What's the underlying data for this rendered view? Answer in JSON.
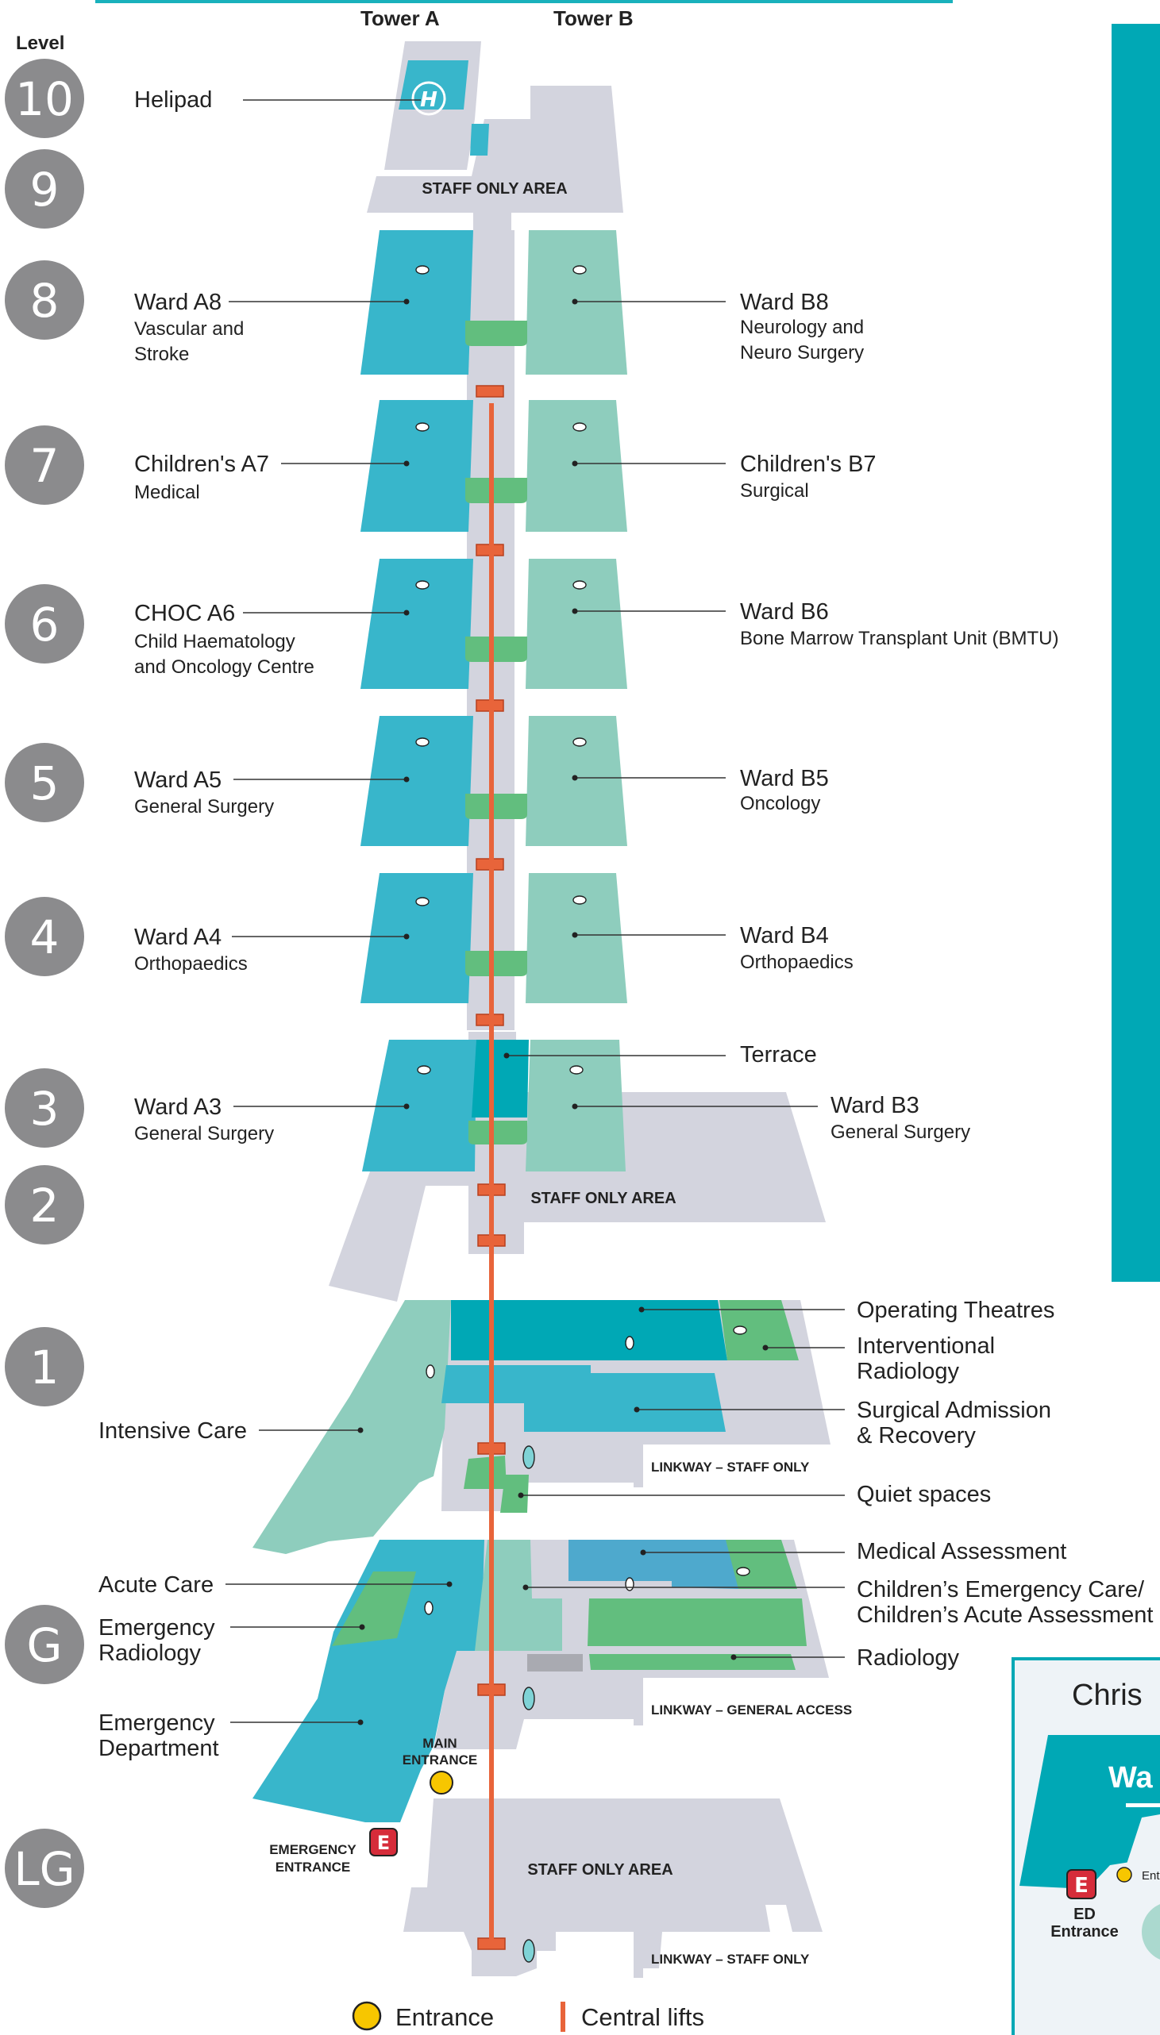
{
  "header": {
    "level_heading": "Level",
    "tower_a": "Tower A",
    "tower_b": "Tower B"
  },
  "levels": [
    "10",
    "9",
    "8",
    "7",
    "6",
    "5",
    "4",
    "3",
    "2",
    "1",
    "G",
    "LG"
  ],
  "labels": {
    "helipad": "Helipad",
    "staff_only_9": "STAFF ONLY AREA",
    "ward_a8": "Ward A8",
    "ward_a8_sub1": "Vascular and",
    "ward_a8_sub2": "Stroke",
    "ward_b8": "Ward B8",
    "ward_b8_sub1": "Neurology and",
    "ward_b8_sub2": "Neuro Surgery",
    "childrens_a7": "Children's A7",
    "childrens_a7_sub": "Medical",
    "childrens_b7": "Children's B7",
    "childrens_b7_sub": "Surgical",
    "choc_a6": "CHOC A6",
    "choc_a6_sub1": "Child Haematology",
    "choc_a6_sub2": "and Oncology Centre",
    "ward_b6": "Ward B6",
    "ward_b6_sub": "Bone Marrow Transplant Unit (BMTU)",
    "ward_a5": "Ward A5",
    "ward_a5_sub": "General Surgery",
    "ward_b5": "Ward B5",
    "ward_b5_sub": "Oncology",
    "ward_a4": "Ward A4",
    "ward_a4_sub": "Orthopaedics",
    "ward_b4": "Ward B4",
    "ward_b4_sub": "Orthopaedics",
    "terrace": "Terrace",
    "ward_a3": "Ward A3",
    "ward_a3_sub": "General Surgery",
    "ward_b3": "Ward B3",
    "ward_b3_sub": "General Surgery",
    "staff_only_2": "STAFF ONLY AREA",
    "operating_theatres": "Operating Theatres",
    "interventional_1": "Interventional",
    "interventional_2": "Radiology",
    "intensive_care": "Intensive Care",
    "surgical_admission_1": "Surgical Admission",
    "surgical_admission_2": "& Recovery",
    "linkway_staff_1": "LINKWAY – STAFF ONLY",
    "quiet_spaces": "Quiet spaces",
    "medical_assessment": "Medical Assessment",
    "acute_care": "Acute Care",
    "childrens_emergency_1": "Children’s Emergency Care/",
    "childrens_emergency_2": "Children’s Acute Assessment",
    "emergency_radiology_1": "Emergency",
    "emergency_radiology_2": "Radiology",
    "radiology": "Radiology",
    "linkway_general": "LINKWAY – GENERAL ACCESS",
    "emergency_department_1": "Emergency",
    "emergency_department_2": "Department",
    "main_entrance_1": "MAIN",
    "main_entrance_2": "ENTRANCE",
    "emergency_entrance_1": "EMERGENCY",
    "emergency_entrance_2": "ENTRANCE",
    "staff_only_lg": "STAFF ONLY AREA",
    "linkway_staff_lg": "LINKWAY – STAFF ONLY",
    "e_badge": "E"
  },
  "helipad_symbol": "H",
  "inset": {
    "title": "Chris",
    "wa": "Wa",
    "ed_badge": "E",
    "ed_1": "ED",
    "ed_2": "Entrance",
    "ent": "Ent"
  },
  "legend": {
    "entrance": "Entrance",
    "central_lifts": "Central lifts"
  },
  "colors": {
    "ward_tower_a": "#38b6cb",
    "ward_tower_b": "#8ecdbd",
    "shared_space": "#62be7e",
    "staff_area": "#d3d4de",
    "theatre_terrace": "#00a8b5",
    "central_lifts": "#e8643a",
    "entrance": "#f7c600",
    "emergency": "#d62c3a",
    "level_marker": "#8b8b8d"
  },
  "icons": [
    "helipad-icon",
    "toilet-icon",
    "lift-icon",
    "entrance-icon",
    "emergency-icon"
  ]
}
